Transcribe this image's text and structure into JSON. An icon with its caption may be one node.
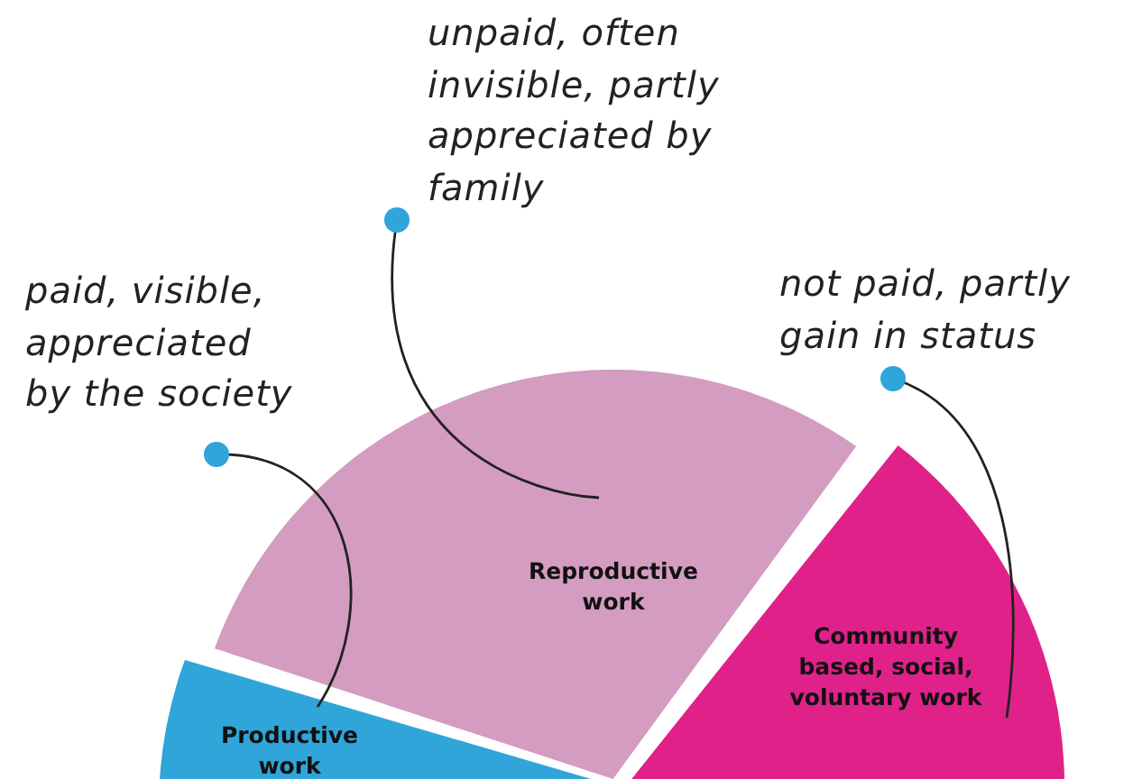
{
  "diagram": {
    "nodes": [
      {
        "text": [
          "Reproductive work"
        ]
      },
      {
        "text": [
          "Productive work"
        ]
      },
      {
        "text": [
          "Community based, social, voluntary work"
        ]
      },
      {
        "text": [
          "unpaid, often invisible, partly appreciated by family"
        ]
      },
      {
        "text": [
          "paid, visible, appreciated by the society"
        ]
      },
      {
        "text": [
          "not paid, partly gain in status"
        ]
      }
    ],
    "edges": [
      {
        "from": 3,
        "to": 0,
        "arrow": "other"
      },
      {
        "from": 4,
        "to": 1,
        "arrow": "other"
      },
      {
        "from": 5,
        "to": 2,
        "arrow": "other"
      }
    ]
  }
}
